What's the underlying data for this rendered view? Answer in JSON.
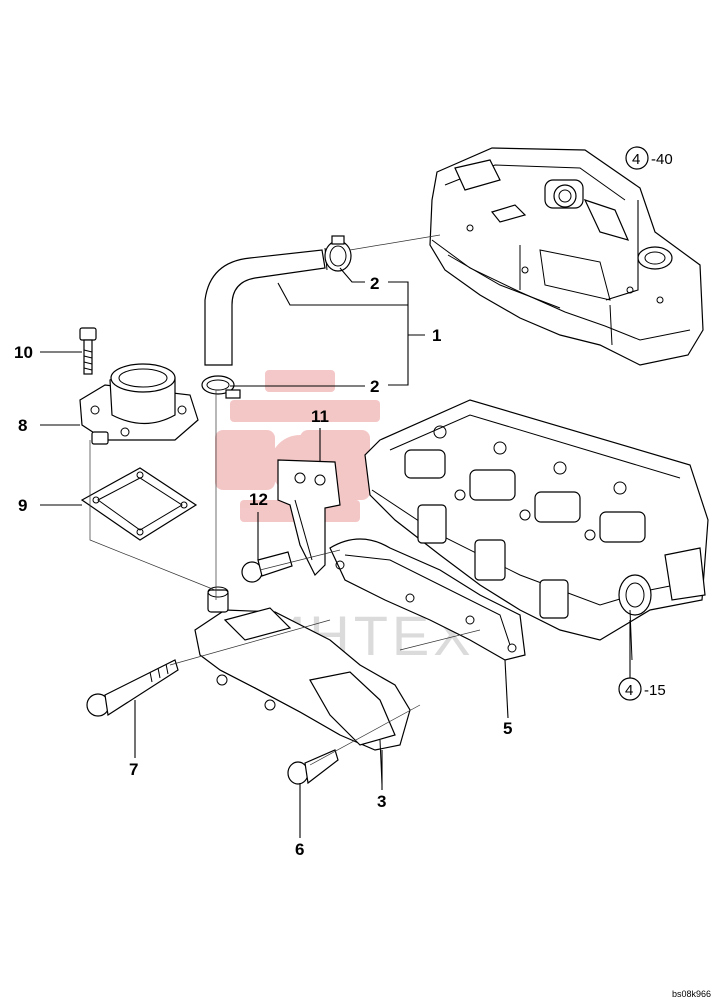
{
  "diagram": {
    "callouts": [
      {
        "id": "1",
        "text": "1"
      },
      {
        "id": "2a",
        "text": "2"
      },
      {
        "id": "2b",
        "text": "2"
      },
      {
        "id": "3",
        "text": "3"
      },
      {
        "id": "5",
        "text": "5"
      },
      {
        "id": "6",
        "text": "6"
      },
      {
        "id": "7",
        "text": "7"
      },
      {
        "id": "8",
        "text": "8"
      },
      {
        "id": "9",
        "text": "9"
      },
      {
        "id": "10",
        "text": "10"
      },
      {
        "id": "11",
        "text": "11"
      },
      {
        "id": "12",
        "text": "12"
      }
    ],
    "references": [
      {
        "group": "4",
        "suffix": "-40"
      },
      {
        "group": "4",
        "suffix": "-15"
      }
    ],
    "watermark": "ИНТЕХ",
    "drawing_code": "bs08k966"
  }
}
